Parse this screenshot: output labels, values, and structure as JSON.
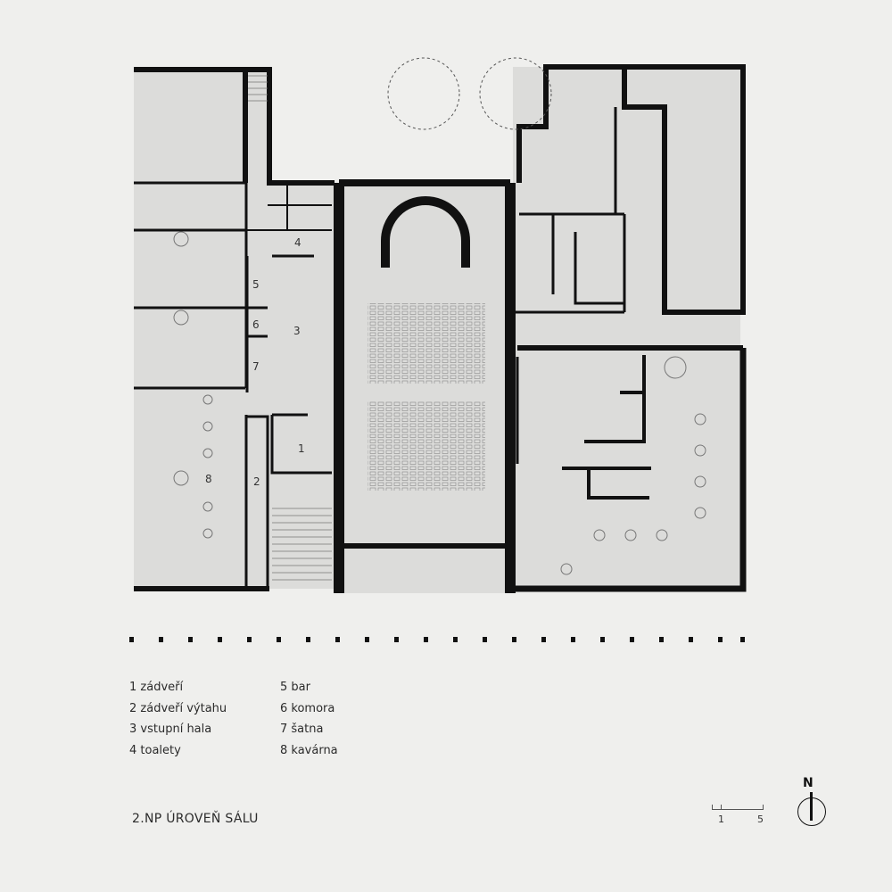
{
  "legend": {
    "col1": [
      "1 zádveří",
      "2 zádveří výtahu",
      "3 vstupní hala",
      "4 toalety"
    ],
    "col2": [
      "5 bar",
      "6 komora",
      "7 šatna",
      "8 kavárna"
    ]
  },
  "title": "2.NP ÚROVEŇ SÁLU",
  "scale": {
    "label_start": "1",
    "label_end": "5"
  },
  "north": {
    "label": "N"
  },
  "room_labels": [
    "1",
    "2",
    "3",
    "4",
    "5",
    "6",
    "7",
    "8"
  ],
  "colors": {
    "wall": "#111111",
    "floor": "#dcdcda",
    "paper": "#efefed",
    "line": "#555555"
  }
}
